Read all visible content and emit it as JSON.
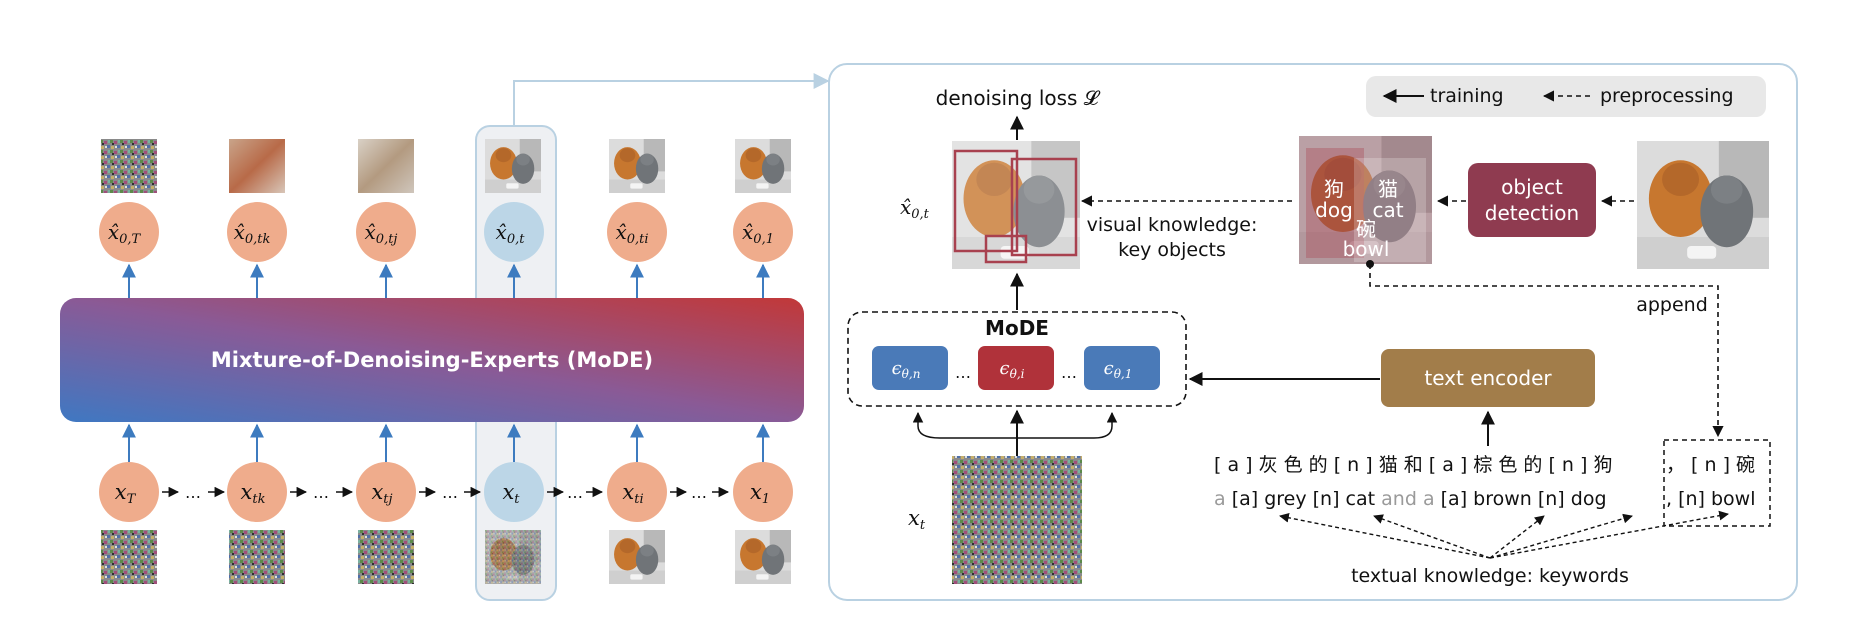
{
  "left": {
    "mode_label": "Mixture-of-Denoising-Experts (MoDE)",
    "dots": "…",
    "top_nodes": [
      {
        "b": "x̂",
        "s": "0,T"
      },
      {
        "b": "x̂",
        "s": "0,tk"
      },
      {
        "b": "x̂",
        "s": "0,tj"
      },
      {
        "b": "x̂",
        "s": "0,t"
      },
      {
        "b": "x̂",
        "s": "0,ti"
      },
      {
        "b": "x̂",
        "s": "0,1"
      }
    ],
    "bottom_nodes": [
      {
        "b": "x",
        "s": "T"
      },
      {
        "b": "x",
        "s": "tk"
      },
      {
        "b": "x",
        "s": "tj"
      },
      {
        "b": "x",
        "s": "t"
      },
      {
        "b": "x",
        "s": "ti"
      },
      {
        "b": "x",
        "s": "1"
      }
    ]
  },
  "right": {
    "legend": {
      "training": "training",
      "preprocessing": "preprocessing"
    },
    "denoising_loss": "denoising loss 𝓛",
    "xhat_label": {
      "b": "x̂",
      "s": "0,t"
    },
    "visual_knowledge": [
      "visual knowledge:",
      "key objects"
    ],
    "object_detection": [
      "object",
      "detection"
    ],
    "detected_labels": [
      {
        "zh": "狗",
        "en": "dog"
      },
      {
        "zh": "猫",
        "en": "cat"
      },
      {
        "zh": "碗",
        "en": "bowl"
      }
    ],
    "append": "append",
    "mode_title": "MoDE",
    "experts": [
      {
        "b": "ϵ",
        "s": "θ,n"
      },
      {
        "b": "ϵ",
        "s": "θ,i"
      },
      {
        "b": "ϵ",
        "s": "θ,1"
      }
    ],
    "expert_dots": "…",
    "text_encoder": "text encoder",
    "xt_label": {
      "b": "x",
      "s": "t"
    },
    "zh_caption": "[ a ] 灰 色 的 [ n ] 猫 和 [ a ] 棕 色 的 [ n ] 狗",
    "zh_caption_ext": "， [ n ] 碗",
    "en_caption": {
      "a1": "a",
      "p1": "[a] grey [n] cat",
      "and": "and",
      "a2": "a",
      "p2": "[a] brown [n] dog"
    },
    "en_caption_ext": ", [n] bowl",
    "textual_knowledge": "textual knowledge: keywords"
  },
  "colors": {
    "node_orange": "#efac8c",
    "node_blue": "#bcd6e7",
    "arrow_blue": "#3d7bbf",
    "expert_blue": "#4a7ab8",
    "expert_red": "#b0323a",
    "text_encoder": "#a27d4a",
    "object_detection": "#8f3b50",
    "panel_border": "#b9d1e2"
  }
}
